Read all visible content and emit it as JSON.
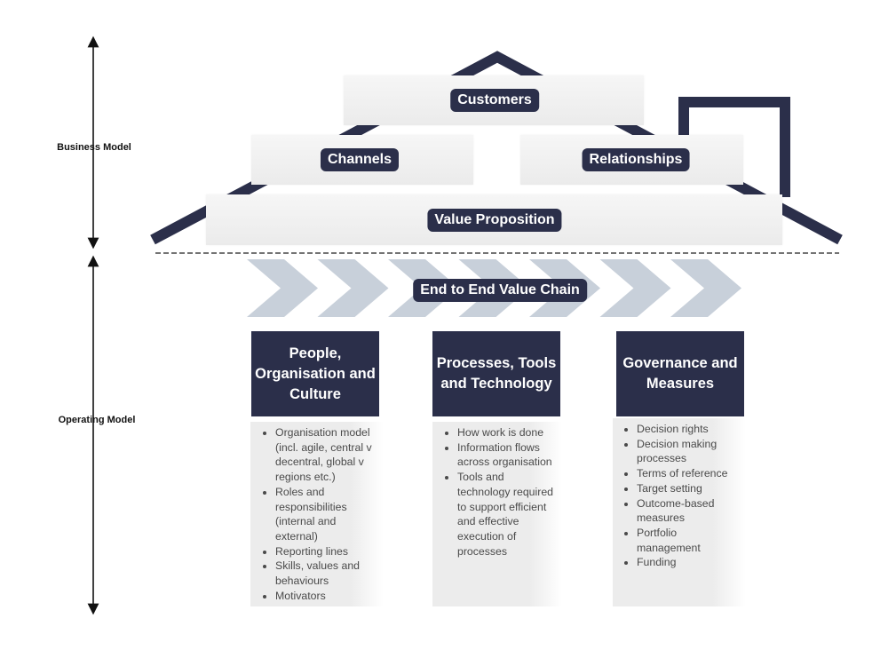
{
  "colors": {
    "navy": "#2b2f4a",
    "chevron": "#c8d0da",
    "slab": "#eeeeee"
  },
  "side_labels": {
    "business": "Business Model",
    "operating": "Operating Model"
  },
  "business": {
    "customers": "Customers",
    "channels": "Channels",
    "relationships": "Relationships",
    "value_proposition": "Value Proposition"
  },
  "value_chain": {
    "label": "End to End Value Chain",
    "chevron_count": 7
  },
  "columns": [
    {
      "title": "People, Organisation and Culture",
      "items": [
        "Organisation model (incl. agile, central v decentral, global v regions etc.)",
        "Roles and responsibilities (internal and external)",
        "Reporting lines",
        "Skills, values and behaviours",
        "Motivators"
      ]
    },
    {
      "title": "Processes, Tools and Technology",
      "items": [
        "How work is done",
        "Information flows across organisation",
        "Tools and technology required to support efficient and effective execution of processes"
      ]
    },
    {
      "title": "Governance and Measures",
      "items": [
        "Decision rights",
        "Decision making processes",
        "Terms of reference",
        "Target setting",
        "Outcome-based measures",
        "Portfolio management",
        "Funding"
      ]
    }
  ]
}
